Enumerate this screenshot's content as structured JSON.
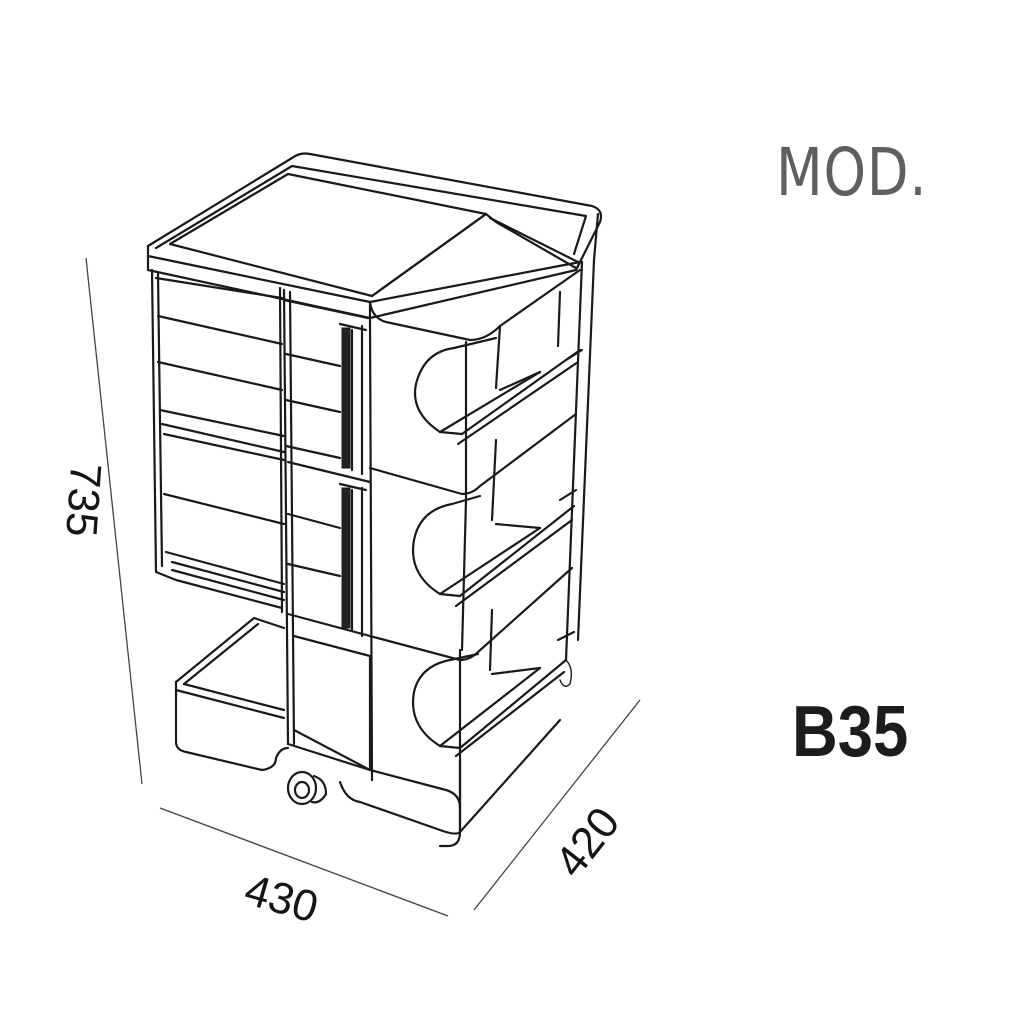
{
  "header": {
    "mod_label": "MOD.",
    "model_code": "B35"
  },
  "dimensions": {
    "height": "735",
    "width": "430",
    "depth": "420",
    "unit_implied": "mm"
  },
  "drawing": {
    "subject": "storage-trolley",
    "style": "line-drawing-isometric",
    "levels": 3,
    "front_drawer_columns": 2,
    "side_open_shelves": 3,
    "caster_visible": true,
    "colors": {
      "line": "#1a1a1a",
      "background": "#ffffff",
      "mod_text": "#5f5f5f",
      "model_text": "#1c1c1c"
    }
  }
}
